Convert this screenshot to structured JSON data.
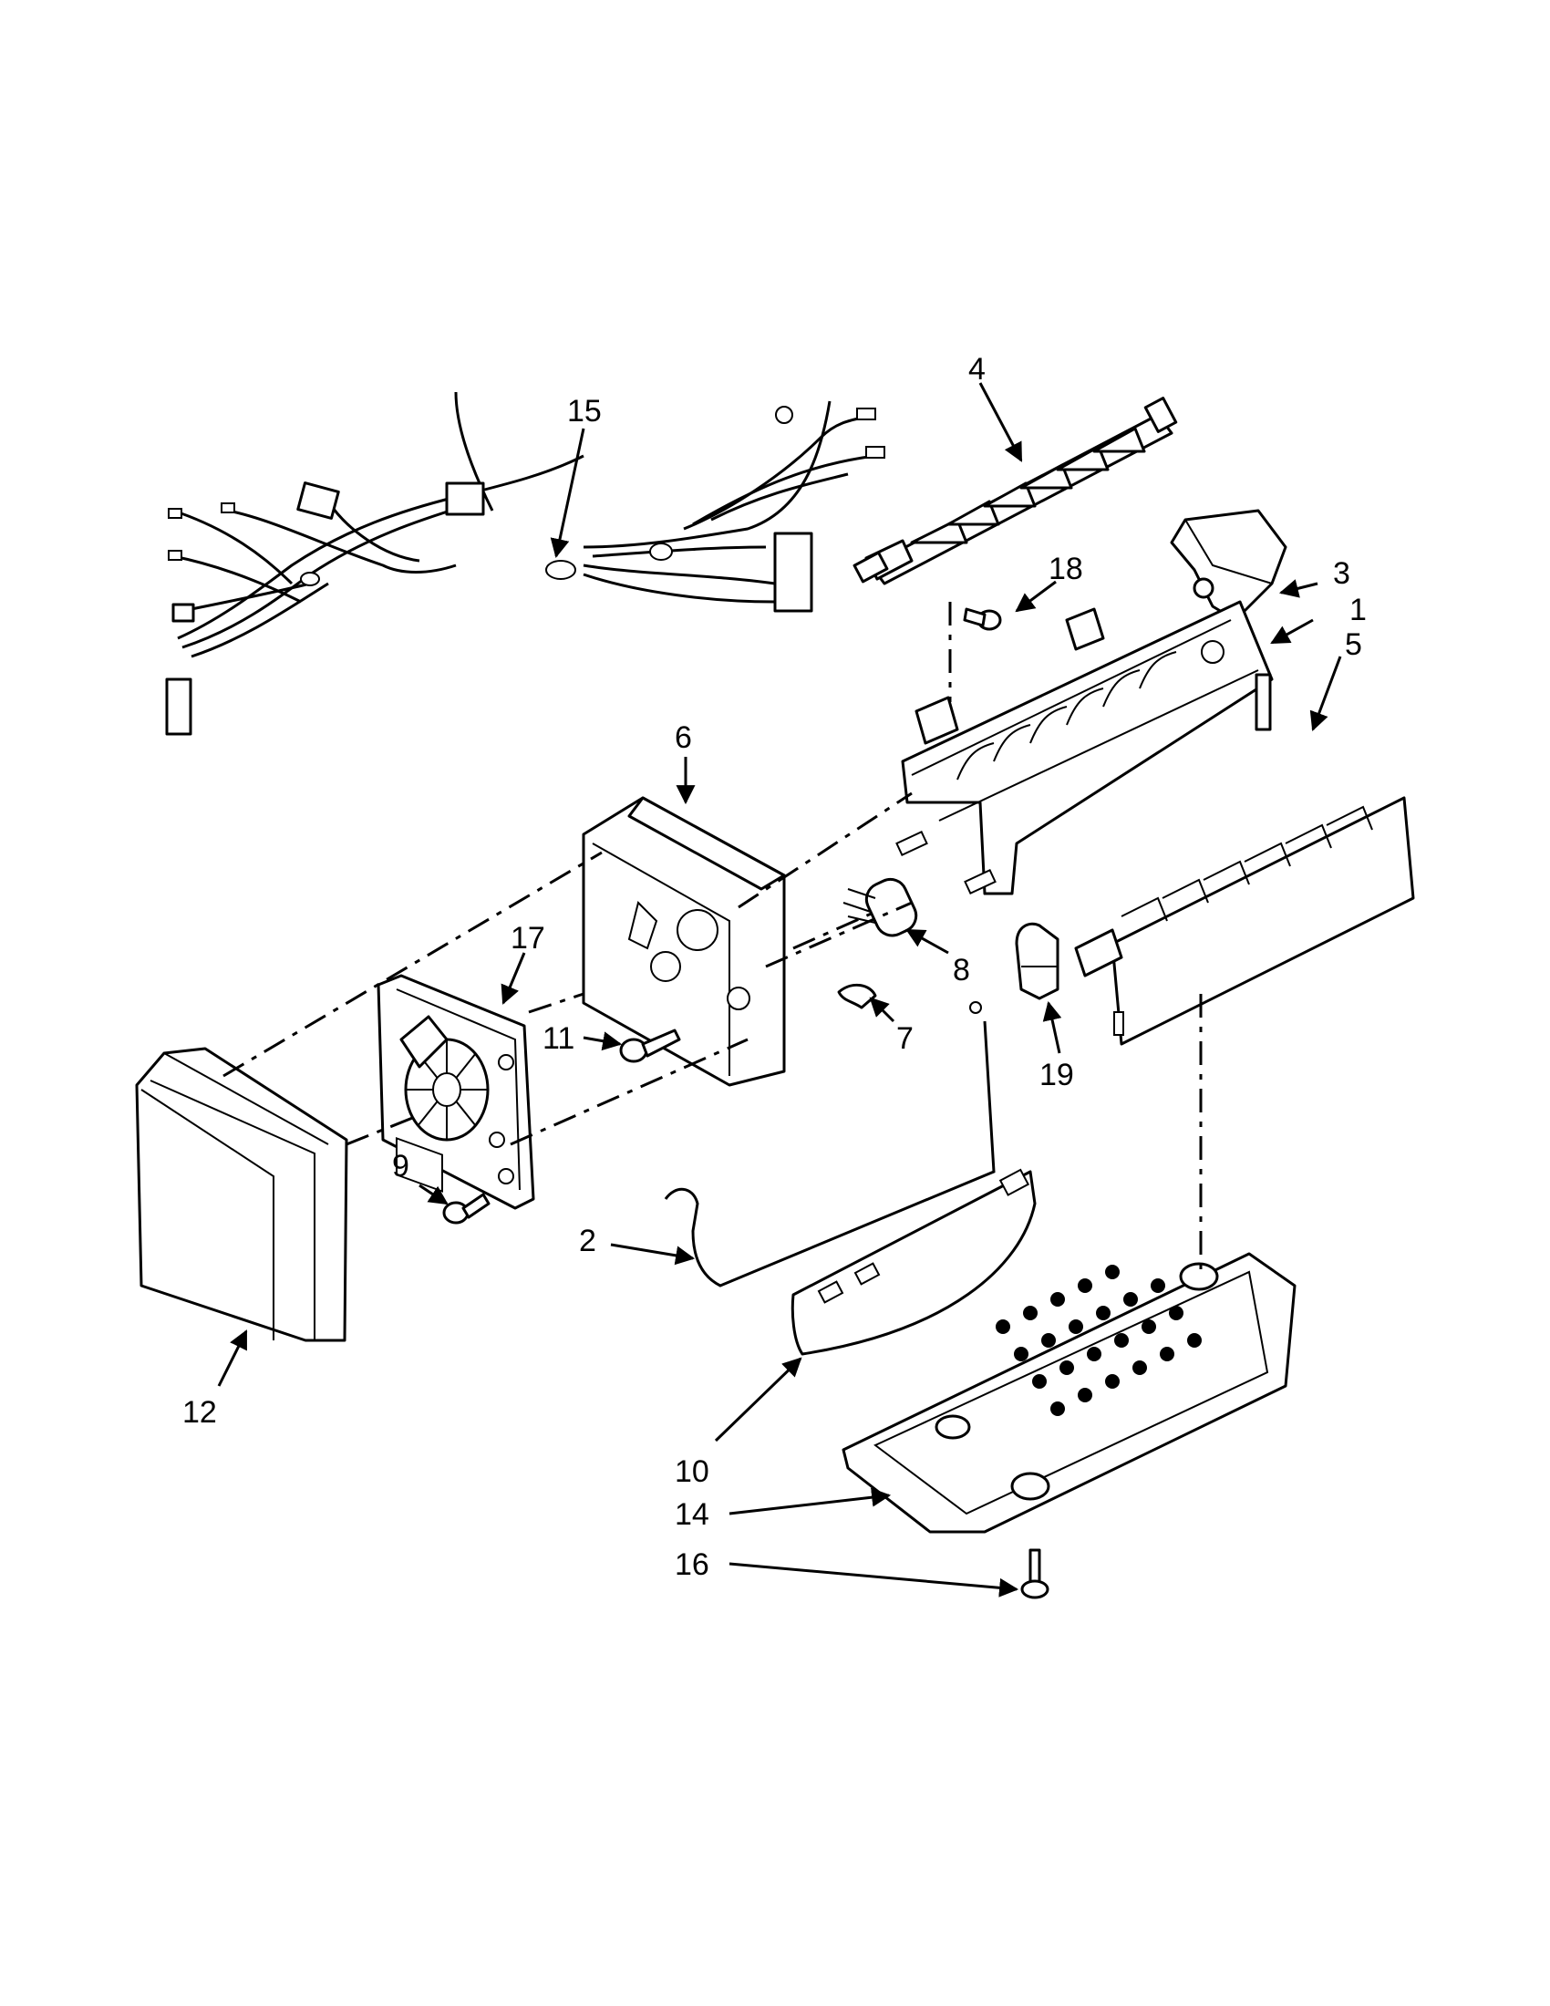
{
  "colors": {
    "ink": "#000000",
    "paper": "#ffffff"
  },
  "callouts": [
    {
      "id": "1",
      "label": "1"
    },
    {
      "id": "2",
      "label": "2"
    },
    {
      "id": "3",
      "label": "3"
    },
    {
      "id": "4",
      "label": "4"
    },
    {
      "id": "5",
      "label": "5"
    },
    {
      "id": "6",
      "label": "6"
    },
    {
      "id": "7",
      "label": "7"
    },
    {
      "id": "8",
      "label": "8"
    },
    {
      "id": "9",
      "label": "9"
    },
    {
      "id": "10",
      "label": "10"
    },
    {
      "id": "11",
      "label": "11"
    },
    {
      "id": "12",
      "label": "12"
    },
    {
      "id": "14",
      "label": "14"
    },
    {
      "id": "15",
      "label": "15"
    },
    {
      "id": "16",
      "label": "16"
    },
    {
      "id": "17",
      "label": "17"
    },
    {
      "id": "18",
      "label": "18"
    },
    {
      "id": "19",
      "label": "19"
    }
  ]
}
